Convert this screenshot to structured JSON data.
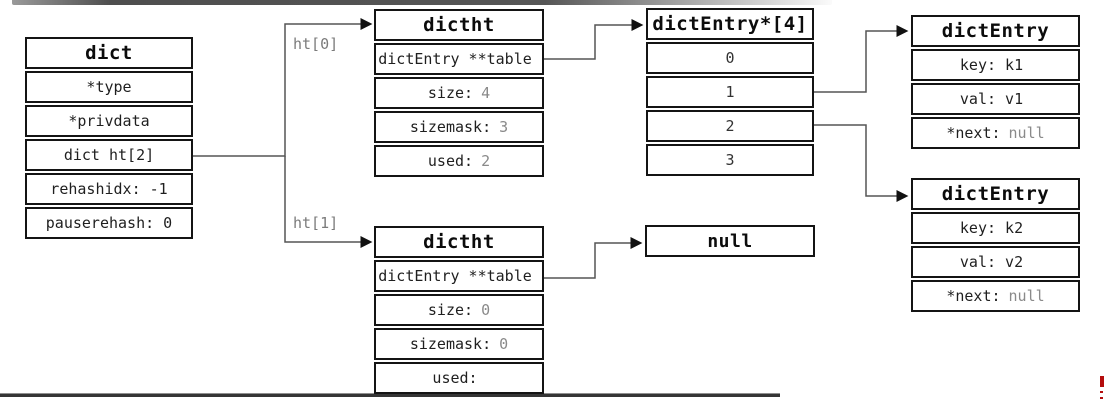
{
  "diagram": {
    "dict": {
      "title": "dict",
      "rows": [
        "*type",
        "*privdata",
        "dict ht[2]",
        "rehashidx: -1",
        "pauserehash: 0"
      ]
    },
    "ht0": {
      "title": "dictht",
      "pointer_label": "ht[0]",
      "rows": [
        {
          "label": "dictEntry **table",
          "value": ""
        },
        {
          "label": "size:",
          "value": "4"
        },
        {
          "label": "sizemask:",
          "value": "3"
        },
        {
          "label": "used:",
          "value": "2"
        }
      ]
    },
    "ht1": {
      "title": "dictht",
      "pointer_label": "ht[1]",
      "rows": [
        {
          "label": "dictEntry **table",
          "value": ""
        },
        {
          "label": "size:",
          "value": "0"
        },
        {
          "label": "sizemask:",
          "value": "0"
        },
        {
          "label": "used:",
          "value": ""
        }
      ]
    },
    "bucket_array": {
      "title": "dictEntry*[4]",
      "slots": [
        "0",
        "1",
        "2",
        "3"
      ]
    },
    "entry1": {
      "title": "dictEntry",
      "rows": [
        {
          "label": "key: k1",
          "value": ""
        },
        {
          "label": "val: v1",
          "value": ""
        },
        {
          "label": "*next:",
          "value": "null"
        }
      ]
    },
    "entry2": {
      "title": "dictEntry",
      "rows": [
        {
          "label": "key: k2",
          "value": ""
        },
        {
          "label": "val: v2",
          "value": ""
        },
        {
          "label": "*next:",
          "value": "null"
        }
      ]
    },
    "null_box": {
      "label": "null"
    },
    "colors": {
      "border": "#141414",
      "wire": "#555555",
      "muted_value": "#8a8a8a",
      "pointer_label": "#7b7b7b",
      "accent_red": "#b40d0d"
    }
  }
}
